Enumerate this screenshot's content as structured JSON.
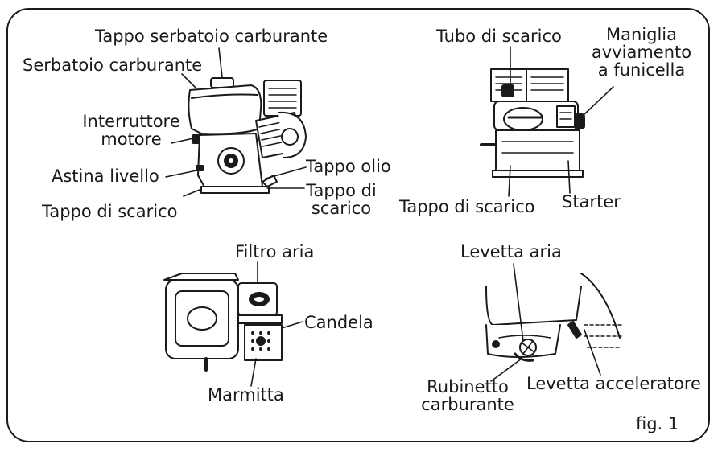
{
  "figure_label": "fig. 1",
  "top_left": {
    "fuel_tank_cap": "Tappo serbatoio carburante",
    "fuel_tank": "Serbatoio carburante",
    "engine_switch": "Interruttore\nmotore",
    "dipstick": "Astina livello",
    "drain_plug_left": "Tappo di scarico",
    "oil_cap": "Tappo olio",
    "drain_plug_right": "Tappo di\nscarico"
  },
  "top_right": {
    "exhaust_pipe": "Tubo di scarico",
    "recoil_handle": "Maniglia\navviamento\na funicella",
    "drain_plug": "Tappo di scarico",
    "starter": "Starter"
  },
  "bottom_left": {
    "air_filter": "Filtro aria",
    "spark_plug": "Candela",
    "muffler": "Marmitta"
  },
  "bottom_right": {
    "choke_lever": "Levetta aria",
    "fuel_valve": "Rubinetto\ncarburante",
    "throttle_lever": "Levetta acceleratore"
  }
}
